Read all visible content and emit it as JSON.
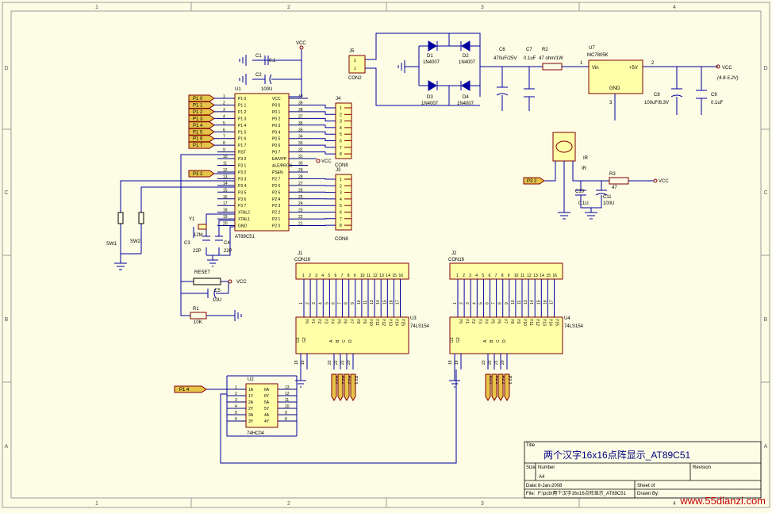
{
  "colors": {
    "background": "#fdfde6",
    "border": "#9a9a9a",
    "wire": "#0000a0",
    "part": "#800000",
    "part_fill": "#ffffa8",
    "netlabel_fill": "#e6c44a",
    "pin_text": "#000000",
    "ground": "#0000a0",
    "watermark": "#c00000"
  },
  "frame": {
    "columns": [
      "1",
      "2",
      "3",
      "4"
    ],
    "rows": [
      "D",
      "C",
      "B",
      "A"
    ]
  },
  "title_block": {
    "title_label": "Title",
    "title": "两个汉字16x16点阵显示_AT89C51",
    "size_label": "Size",
    "size": "A4",
    "number_label": "Number",
    "revision_label": "Revision",
    "date_label": "Date:",
    "date": "8-Jan-2008",
    "sheet_label": "Sheet   of",
    "file_label": "File:",
    "file": "F:\\pcb\\两个汉字16x16点阵显示_AT89C51",
    "drawn_label": "Drawn By:"
  },
  "watermark": "www.55dianzi.com",
  "mcu": {
    "ref": "U1",
    "part": "AT89C51",
    "left_pins": [
      {
        "num": "1",
        "name": "P1 0",
        "net": "P1 0"
      },
      {
        "num": "2",
        "name": "P1 1",
        "net": "P1 1"
      },
      {
        "num": "3",
        "name": "P1 2",
        "net": "P1 2"
      },
      {
        "num": "4",
        "name": "P1 3",
        "net": "P1 3"
      },
      {
        "num": "5",
        "name": "P1 4",
        "net": "P1 4"
      },
      {
        "num": "6",
        "name": "P1 5",
        "net": "P1 5"
      },
      {
        "num": "7",
        "name": "P1 6",
        "net": "P1 6"
      },
      {
        "num": "8",
        "name": "P1 7",
        "net": "P1 7"
      },
      {
        "num": "9",
        "name": "RST",
        "net": ""
      },
      {
        "num": "10",
        "name": "P3 0",
        "net": ""
      },
      {
        "num": "11",
        "name": "P3 1",
        "net": ""
      },
      {
        "num": "12",
        "name": "P3 2",
        "net": "P3 2"
      },
      {
        "num": "13",
        "name": "P3 3",
        "net": ""
      },
      {
        "num": "14",
        "name": "P3 4",
        "net": ""
      },
      {
        "num": "15",
        "name": "P3 5",
        "net": ""
      },
      {
        "num": "16",
        "name": "P3 6",
        "net": ""
      },
      {
        "num": "17",
        "name": "P3 7",
        "net": ""
      },
      {
        "num": "18",
        "name": "XTAL2",
        "net": ""
      },
      {
        "num": "19",
        "name": "XTAL1",
        "net": ""
      },
      {
        "num": "20",
        "name": "GND",
        "net": ""
      }
    ],
    "right_pins": [
      {
        "num": "40",
        "name": "VCC"
      },
      {
        "num": "39",
        "name": "P0 0"
      },
      {
        "num": "38",
        "name": "P0 1"
      },
      {
        "num": "37",
        "name": "P0 2"
      },
      {
        "num": "36",
        "name": "P0 3"
      },
      {
        "num": "35",
        "name": "P0 4"
      },
      {
        "num": "34",
        "name": "P0 5"
      },
      {
        "num": "33",
        "name": "P0 6"
      },
      {
        "num": "32",
        "name": "P0 7"
      },
      {
        "num": "31",
        "name": "EA/VPP"
      },
      {
        "num": "30",
        "name": "ALE/PROG"
      },
      {
        "num": "29",
        "name": "PSEN"
      },
      {
        "num": "28",
        "name": "P2 7"
      },
      {
        "num": "27",
        "name": "P2 6"
      },
      {
        "num": "26",
        "name": "P2 5"
      },
      {
        "num": "25",
        "name": "P2 4"
      },
      {
        "num": "24",
        "name": "P2 3"
      },
      {
        "num": "23",
        "name": "P2 2"
      },
      {
        "num": "22",
        "name": "P2 1"
      },
      {
        "num": "21",
        "name": "P2 0"
      }
    ]
  },
  "connectors": {
    "j4": {
      "ref": "J4",
      "part": "CON8",
      "pins": [
        "1",
        "2",
        "3",
        "4",
        "5",
        "6",
        "7",
        "8"
      ]
    },
    "j3": {
      "ref": "J3",
      "part": "CON8",
      "pins": [
        "1",
        "2",
        "3",
        "4",
        "5",
        "6",
        "7",
        "8"
      ]
    },
    "j1": {
      "ref": "J1",
      "part": "CON16",
      "pins": [
        "1",
        "2",
        "3",
        "4",
        "5",
        "6",
        "7",
        "8",
        "9",
        "10",
        "11",
        "12",
        "13",
        "14",
        "15",
        "16"
      ]
    },
    "j2": {
      "ref": "J2",
      "part": "CON16",
      "pins": [
        "1",
        "2",
        "3",
        "4",
        "5",
        "6",
        "7",
        "8",
        "9",
        "10",
        "11",
        "12",
        "13",
        "14",
        "15",
        "16"
      ]
    },
    "j5": {
      "ref": "J5",
      "part": "CON2",
      "pins": [
        "2",
        "1"
      ]
    }
  },
  "decoders": {
    "u3": {
      "ref": "U3",
      "part": "74LS154",
      "outputs": [
        "Y0",
        "Y1",
        "Y2",
        "Y3",
        "Y4",
        "Y5",
        "Y6",
        "Y7",
        "Y8",
        "Y9",
        "Y10",
        "Y11",
        "Y12",
        "Y13",
        "Y14",
        "Y15"
      ],
      "out_nums": [
        "1",
        "2",
        "3",
        "4",
        "5",
        "6",
        "7",
        "8",
        "9",
        "10",
        "11",
        "13",
        "14",
        "15",
        "16",
        "17"
      ],
      "bottom_names": [
        "G1",
        "G2",
        "A",
        "B",
        "C",
        "D"
      ],
      "bottom_nums": [
        "18",
        "19",
        "23",
        "22",
        "21",
        "20"
      ],
      "net_labels": [
        "P2 0",
        "P2 1",
        "P2 2",
        "P2 3"
      ]
    },
    "u4": {
      "ref": "U4",
      "part": "74LS154",
      "outputs": [
        "Y0",
        "Y1",
        "Y2",
        "Y3",
        "Y4",
        "Y5",
        "Y6",
        "Y7",
        "Y8",
        "Y9",
        "Y10",
        "Y11",
        "Y12",
        "Y13",
        "Y14",
        "Y15"
      ],
      "out_nums": [
        "1",
        "2",
        "3",
        "4",
        "5",
        "6",
        "7",
        "8",
        "9",
        "10",
        "11",
        "13",
        "14",
        "15",
        "16",
        "17"
      ],
      "bottom_names": [
        "G1",
        "G2",
        "A",
        "B",
        "C",
        "D"
      ],
      "bottom_nums": [
        "18",
        "19",
        "23",
        "22",
        "21",
        "20"
      ],
      "net_labels": [
        "P2 0",
        "P2 1",
        "P2 2",
        "P2 3"
      ]
    }
  },
  "inverter": {
    "ref": "U2",
    "part": "74HC04",
    "left_names": [
      "1A",
      "1Y",
      "2A",
      "2Y",
      "3A",
      "3Y"
    ],
    "left_nums": [
      "1",
      "2",
      "3",
      "4",
      "5",
      "6"
    ],
    "right_names": [
      "6A",
      "6Y",
      "5A",
      "5Y",
      "4A",
      "4Y"
    ],
    "right_nums": [
      "13",
      "12",
      "11",
      "10",
      "9",
      "8"
    ],
    "input_net": "P1 4"
  },
  "power": {
    "d1": {
      "ref": "D1",
      "part": "1N4007"
    },
    "d2": {
      "ref": "D2",
      "part": "1N4007"
    },
    "d3": {
      "ref": "D3",
      "part": "1N4007"
    },
    "d4": {
      "ref": "D4",
      "part": "1N4007"
    },
    "c6": {
      "ref": "C6",
      "value": "470uF/25V"
    },
    "c7": {
      "ref": "C7",
      "value": "0.1uF"
    },
    "r2": {
      "ref": "R2",
      "value": "47 ohm/1W"
    },
    "u7": {
      "ref": "U7",
      "part": "MC7805K",
      "vin": "Vin",
      "vout": "+5V",
      "gnd": "GND",
      "pin1": "1",
      "pin2": "2",
      "pin3": "3"
    },
    "c8": {
      "ref": "C8",
      "value": "100uF/6.3V"
    },
    "c9": {
      "ref": "C9",
      "value": "0.1uF"
    },
    "out_label": "VCC",
    "out_note": "(4.8-5.2V)"
  },
  "misc": {
    "c1": {
      "ref": "C1",
      "value": "0.1"
    },
    "c2": {
      "ref": "C2",
      "value": "100U"
    },
    "vcc": "VCC",
    "y1": {
      "ref": "Y1",
      "value": "12M"
    },
    "c3": {
      "ref": "C3",
      "value": "22P"
    },
    "c4": {
      "ref": "C4",
      "value": "22P"
    },
    "reset": {
      "ref": "RESET"
    },
    "c5": {
      "ref": "C5",
      "value": "10U"
    },
    "r1": {
      "ref": "R1",
      "value": "10K"
    },
    "sw1": "SW1",
    "sw2": "SW2",
    "ir": {
      "ref": "IR",
      "part": "IR",
      "net": "P3 2"
    },
    "r3": {
      "ref": "R3",
      "value": "47"
    },
    "c10": {
      "ref": "C10",
      "value": "0.1U"
    },
    "c11": {
      "ref": "C11",
      "value": "100U"
    }
  }
}
